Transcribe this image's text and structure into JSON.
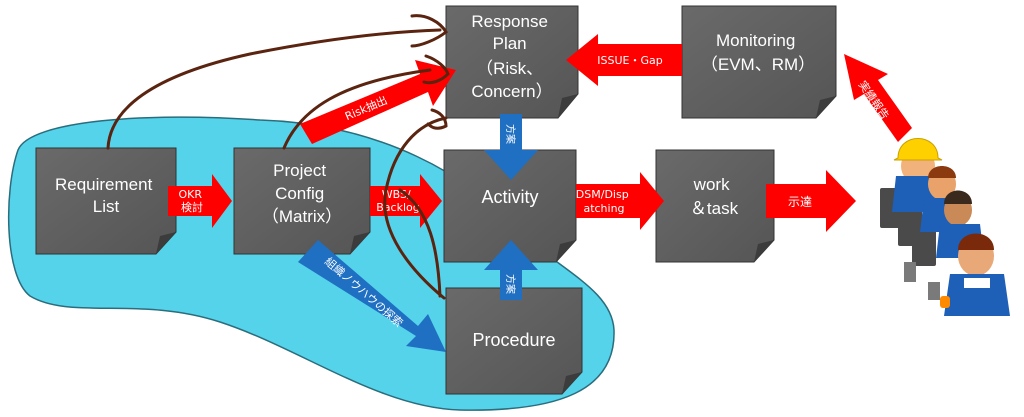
{
  "boxes": {
    "requirement": [
      "Requirement",
      "List"
    ],
    "project": [
      "Project",
      "Config",
      "（Matrix）"
    ],
    "response": [
      "Response",
      "Plan",
      "（Risk、",
      "Concern）"
    ],
    "monitoring": [
      "Monitoring",
      "（EVM、RM）"
    ],
    "activity": [
      "Activity"
    ],
    "work": [
      "work",
      "＆task"
    ],
    "procedure": [
      "Procedure"
    ]
  },
  "arrows": {
    "okr": [
      "OKR",
      "検討"
    ],
    "wbs": [
      "WBS/",
      "Backlog"
    ],
    "risk": [
      "Risk抽出"
    ],
    "issue": [
      "ISSUE・Gap"
    ],
    "dsm": [
      "DSM/Disp",
      "atching"
    ],
    "shitatsu": [
      "示達"
    ],
    "housaku_top": [
      "方案"
    ],
    "housaku_bottom": [
      "方案"
    ],
    "soshiki": [
      "組織ノウハウの探索"
    ],
    "jisseki": [
      "実績報告"
    ]
  },
  "colors": {
    "box": "#5f5f5f",
    "box_fold": "#3c3c3c",
    "red_arrow": "#ff0000",
    "blue_arrow": "#1f6fc2",
    "lake": "#55d3ea",
    "lake_outline": "#2a6d7d",
    "brown_curve": "#5a2410"
  },
  "icons": [
    "team-of-workers-icon"
  ]
}
